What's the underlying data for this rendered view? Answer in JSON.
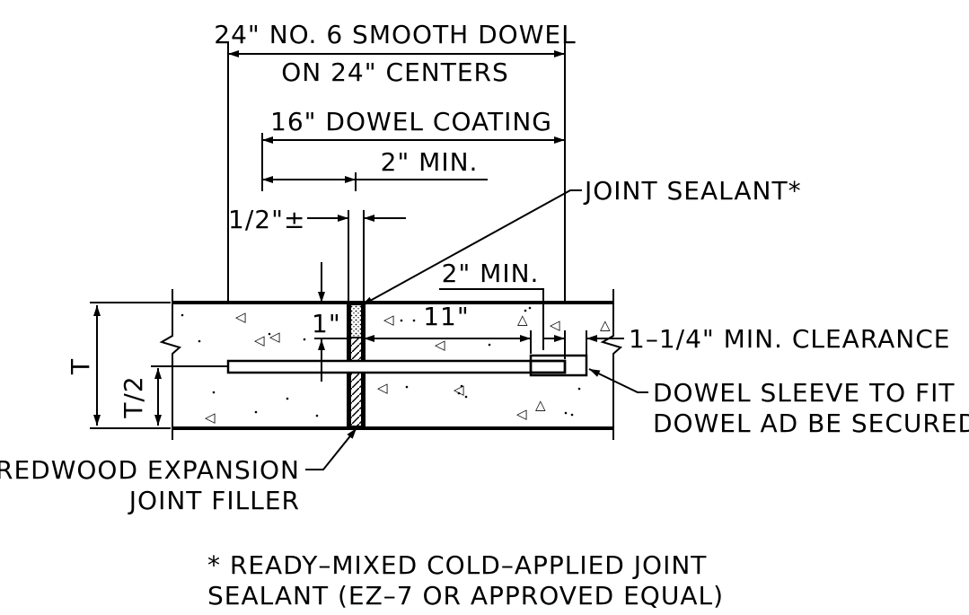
{
  "labels": {
    "dowel_title_line1": "24\" NO. 6 SMOOTH DOWEL",
    "dowel_title_line2": "ON 24\" CENTERS",
    "dowel_coating": "16\" DOWEL COATING",
    "coating_min": "2\" MIN.",
    "joint_sealant": "JOINT SEALANT*",
    "gap_width": "1/2\"±",
    "sleeve_min": "2\" MIN.",
    "depth_1in": "1\"",
    "length_11in": "11\"",
    "clearance": "1–1/4\" MIN. CLEARANCE",
    "thickness": "T",
    "half_thickness": "T/2",
    "sleeve_line1": "DOWEL SLEEVE TO FIT",
    "sleeve_line2": "DOWEL AD BE SECURED",
    "redwood_line1": "REDWOOD EXPANSION",
    "redwood_line2": "JOINT FILLER",
    "footnote_line1": "* READY–MIXED COLD–APPLIED JOINT",
    "footnote_line2": "SEALANT (EZ–7 OR APPROVED EQUAL)"
  },
  "colors": {
    "line": "#000000",
    "background": "#ffffff"
  }
}
